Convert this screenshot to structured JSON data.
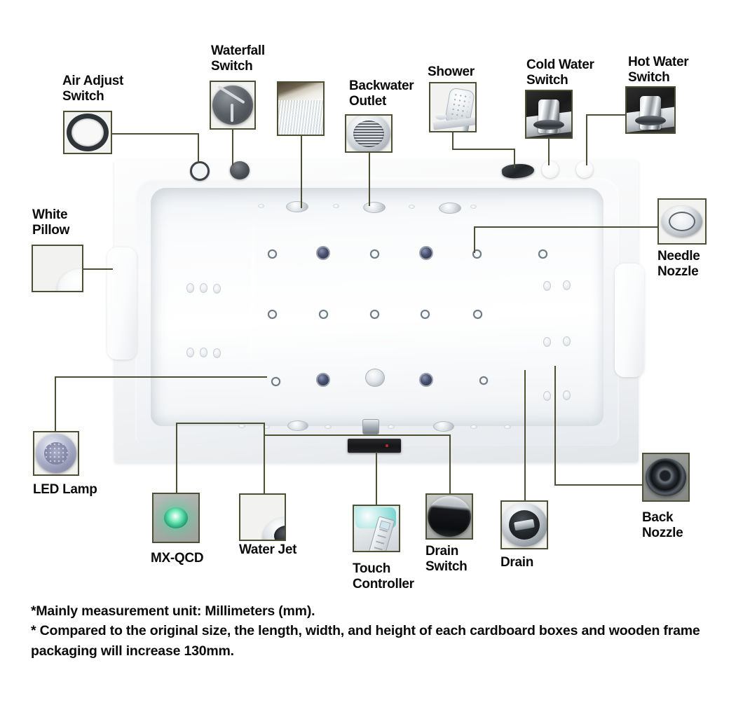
{
  "diagram": {
    "title": "Bathtub feature callout diagram",
    "line_color": "#4c4f33",
    "text_color": "#0b0b0b"
  },
  "callouts": [
    {
      "id": "air-adjust-switch",
      "label": "Air Adjust\nSwitch",
      "icon": "air-adjust-ring-icon"
    },
    {
      "id": "waterfall-switch",
      "label": "Waterfall\nSwitch",
      "icon": "waterfall-knob-icon"
    },
    {
      "id": "waterfall-stream",
      "label": "",
      "icon": "waterfall-stream-icon"
    },
    {
      "id": "backwater-outlet",
      "label": "Backwater\nOutlet",
      "icon": "backwater-grate-icon"
    },
    {
      "id": "shower",
      "label": "Shower",
      "icon": "handheld-shower-icon"
    },
    {
      "id": "cold-water-switch",
      "label": "Cold Water\nSwitch",
      "icon": "faucet-knob-icon"
    },
    {
      "id": "hot-water-switch",
      "label": "Hot Water\nSwitch",
      "icon": "faucet-knob-icon"
    },
    {
      "id": "needle-nozzle",
      "label": "Needle\nNozzle",
      "icon": "needle-nozzle-icon"
    },
    {
      "id": "white-pillow",
      "label": "White\nPillow",
      "icon": "pillow-icon"
    },
    {
      "id": "led-lamp",
      "label": "LED Lamp",
      "icon": "led-lamp-icon"
    },
    {
      "id": "mx-qcd",
      "label": "MX-QCD",
      "icon": "mx-qcd-light-icon"
    },
    {
      "id": "water-jet",
      "label": "Water Jet",
      "icon": "water-jet-icon"
    },
    {
      "id": "touch-controller",
      "label": "Touch\nController",
      "icon": "touch-controller-icon"
    },
    {
      "id": "drain-switch",
      "label": "Drain\nSwitch",
      "icon": "drain-switch-icon"
    },
    {
      "id": "drain",
      "label": "Drain",
      "icon": "drain-icon"
    },
    {
      "id": "back-nozzle",
      "label": "Back\nNozzle",
      "icon": "back-nozzle-icon"
    }
  ],
  "notes": {
    "line1": "*Mainly measurement unit: Millimeters (mm).",
    "line2": "* Compared to the original size, the length, width, and height of each cardboard boxes and wooden frame packaging will increase 130mm."
  }
}
